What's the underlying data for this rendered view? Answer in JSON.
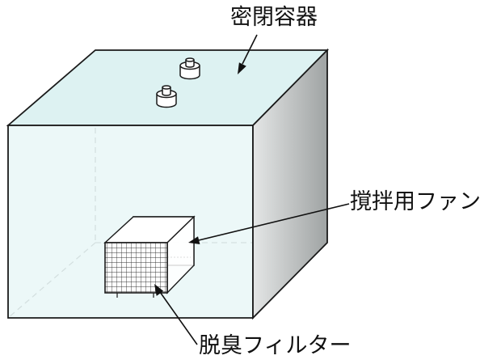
{
  "labels": {
    "container": "密閉容器",
    "fan": "撹拌用ファン",
    "filter": "脱臭フィルター"
  },
  "colors": {
    "front_face": "#e8f6f6",
    "top_face": "#ddf2f2",
    "right_face_light": "#e4e6e6",
    "right_face_dark": "#9fa3a3",
    "outline": "#1a1a1a",
    "hidden_edge": "#7a7a7a",
    "mesh": "#333333"
  }
}
